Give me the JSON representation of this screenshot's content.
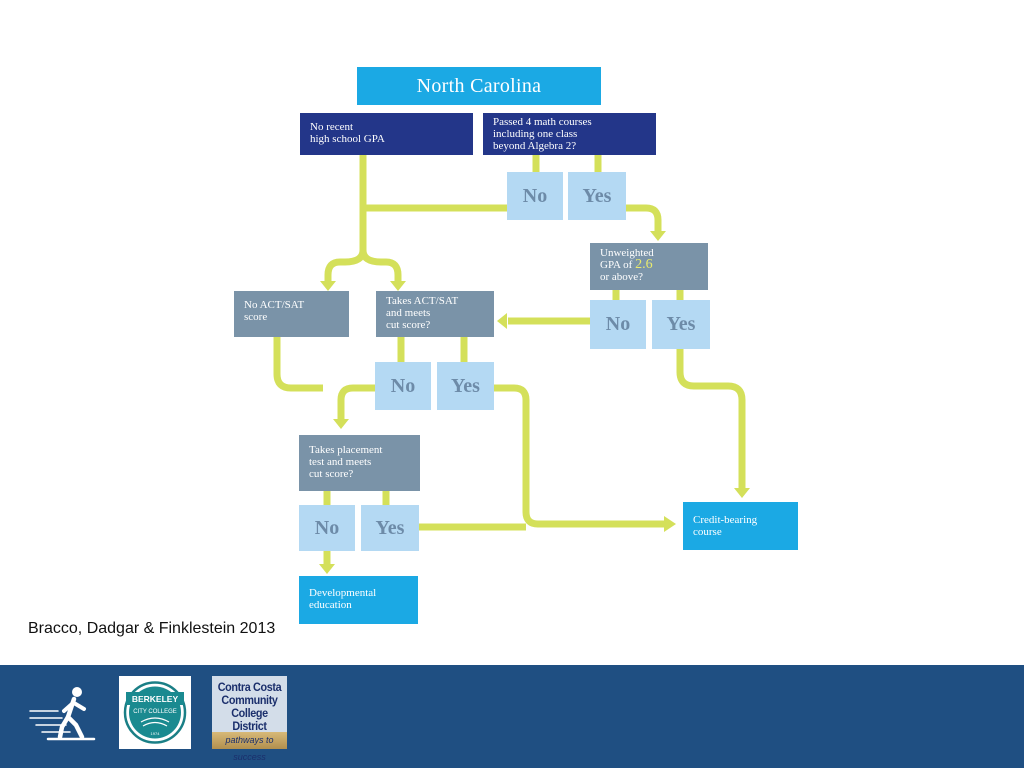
{
  "diagram": {
    "title": "North Carolina",
    "no_gpa": "No recent\nhigh school GPA",
    "math_q": "Passed 4 math courses\nincluding one class\nbeyond Algebra 2?",
    "gpa_q_before": "Unweighted\nGPA of ",
    "gpa_q_value": "2.6",
    "gpa_q_after": "\nor above?",
    "no_act": "No ACT/SAT\nscore",
    "act_q": "Takes ACT/SAT\nand meets\ncut score?",
    "placement_q": "Takes placement\ntest and meets\ncut score?",
    "credit": "Credit-bearing\ncourse",
    "developmental": "Developmental\neducation",
    "no_label": "No",
    "yes_label": "Yes"
  },
  "citation": "Bracco, Dadgar & Finklestein 2013",
  "footer": {
    "berkeley_line1": "BERKELEY",
    "berkeley_line2": "CITY COLLEGE",
    "berkeley_year": "1974",
    "ccc_line1": "Contra Costa",
    "ccc_line2": "Community",
    "ccc_line3": "College District",
    "ccc_tagline": "pathways to success"
  },
  "colors": {
    "connector": "#d4e05a",
    "navy_box": "#233689",
    "slate_box": "#7a93a8",
    "sky_box": "#1ba9e4",
    "choice_box": "#b4d9f3",
    "footer": "#1f4f82"
  }
}
